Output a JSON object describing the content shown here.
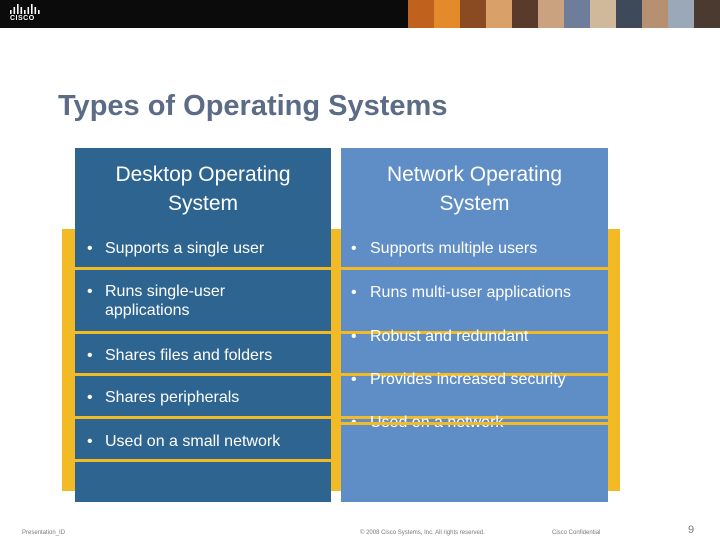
{
  "header": {
    "logo_text": "CISCO",
    "photo_colors": [
      "#c0621d",
      "#e38a2a",
      "#8a4a22",
      "#d9a06a",
      "#5a3a2a",
      "#caa280",
      "#6e7e9a",
      "#d0b89a",
      "#3e4a5a",
      "#b69070",
      "#9aa8b8",
      "#4a3a30"
    ]
  },
  "slide": {
    "title": "Types of Operating Systems"
  },
  "columns": {
    "left": {
      "header_line1": "Desktop Operating",
      "header_line2": "System",
      "items": [
        {
          "bullet": "•",
          "text": "Supports a single user"
        },
        {
          "bullet": "•",
          "text": "Runs single-user applications"
        },
        {
          "bullet": "•",
          "text": "Shares files and folders"
        },
        {
          "bullet": "•",
          "text": "Shares peripherals"
        },
        {
          "bullet": "•",
          "text": "Used on a small network"
        }
      ]
    },
    "right": {
      "header_line1": "Network Operating",
      "header_line2": "System",
      "items": [
        {
          "bullet": "•",
          "text": "Supports multiple users"
        },
        {
          "bullet": "•",
          "text": "Runs multi-user  applications"
        },
        {
          "bullet": "•",
          "text": " Robust and redundant"
        },
        {
          "bullet": "•",
          "text": "Provides increased security"
        },
        {
          "bullet": "•",
          "text": "Used on a network"
        }
      ]
    }
  },
  "footer": {
    "presentation_id": "Presentation_ID",
    "copyright": "© 2008 Cisco Systems, Inc. All rights reserved.",
    "confidential": "Cisco Confidential",
    "page_number": "9"
  },
  "colors": {
    "accent_yellow": "#f2ba25",
    "left_column": "#2e6590",
    "right_column": "#5f8dc6",
    "title": "#5c6b86"
  }
}
